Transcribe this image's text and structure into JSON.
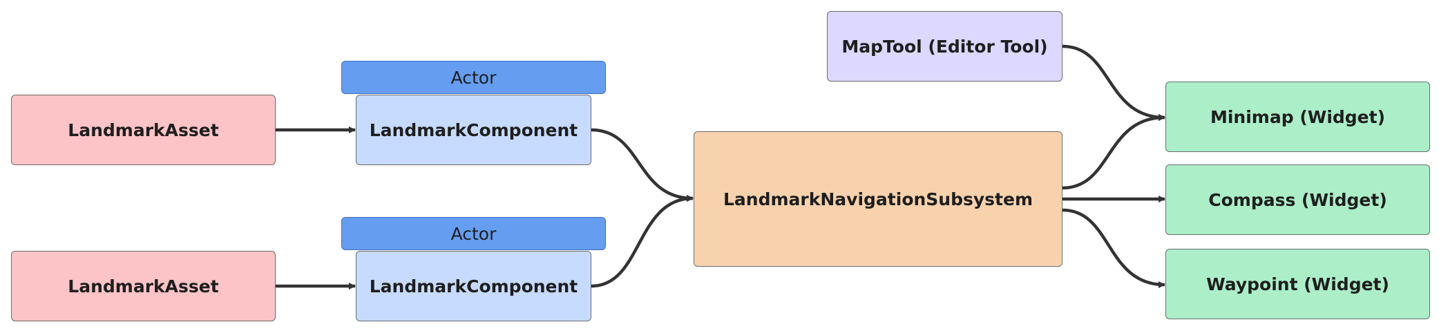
{
  "colors": {
    "asset": "#fcc4c6",
    "actor": "#659df0",
    "component": "#c6dbff",
    "subsystem": "#f7d2ad",
    "tool": "#dcd8ff",
    "widget": "#abeec8",
    "edge": "#333333"
  },
  "nodes": {
    "asset_top": "LandmarkAsset",
    "asset_bottom": "LandmarkAsset",
    "actor_top": "Actor",
    "actor_bottom": "Actor",
    "component_top": "LandmarkComponent",
    "component_bottom": "LandmarkComponent",
    "subsystem": "LandmarkNavigationSubsystem",
    "maptool": "MapTool (Editor Tool)",
    "minimap": "Minimap (Widget)",
    "compass": "Compass (Widget)",
    "waypoint": "Waypoint (Widget)"
  },
  "edges": [
    {
      "from": "asset_top",
      "to": "component_top"
    },
    {
      "from": "asset_bottom",
      "to": "component_bottom"
    },
    {
      "from": "component_top",
      "to": "subsystem"
    },
    {
      "from": "component_bottom",
      "to": "subsystem"
    },
    {
      "from": "maptool",
      "to": "minimap"
    },
    {
      "from": "subsystem",
      "to": "minimap"
    },
    {
      "from": "subsystem",
      "to": "compass"
    },
    {
      "from": "subsystem",
      "to": "waypoint"
    }
  ]
}
